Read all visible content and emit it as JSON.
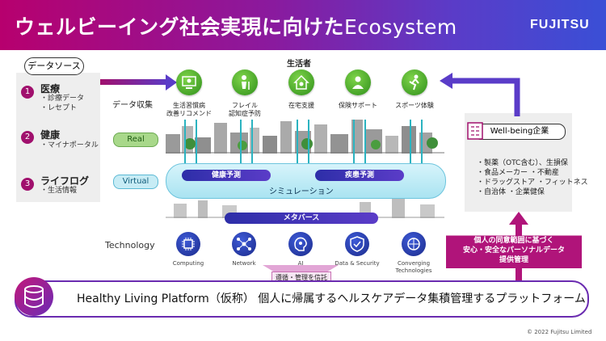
{
  "header": {
    "title_jp": "ウェルビーイング社会実現に向けた",
    "title_en": "Ecosystem",
    "logo": "FUJITSU"
  },
  "data_source": {
    "label": "データソース",
    "items": [
      {
        "num": "1",
        "title": "医療",
        "subs": [
          "・診療データ",
          "・レセプト"
        ]
      },
      {
        "num": "2",
        "title": "健康",
        "subs": [
          "・マイナポータル"
        ]
      },
      {
        "num": "3",
        "title": "ライフログ",
        "subs": [
          "・生活情報"
        ]
      }
    ]
  },
  "collect_label": "データ収集",
  "consumer_label": "生活者",
  "personas": [
    {
      "lines": [
        "生活習慣病",
        "改善リコメンド"
      ],
      "icon": "doctor-screen-icon"
    },
    {
      "lines": [
        "フレイル",
        "認知症予防"
      ],
      "icon": "elderly-icon"
    },
    {
      "lines": [
        "在宅支援"
      ],
      "icon": "home-care-icon"
    },
    {
      "lines": [
        "保険サポート"
      ],
      "icon": "insurance-icon"
    },
    {
      "lines": [
        "スポーツ体験"
      ],
      "icon": "sports-icon"
    }
  ],
  "real_label": "Real",
  "virtual_label": "Virtual",
  "health_pred": "健康予測",
  "disease_pred": "疾患予測",
  "simulation": "シミュレーション",
  "metaverse": "メタバース",
  "technology_label": "Technology",
  "technologies": [
    {
      "label": [
        "Computing"
      ],
      "icon": "chip-icon"
    },
    {
      "label": [
        "Network"
      ],
      "icon": "network-icon"
    },
    {
      "label": [
        "AI"
      ],
      "icon": "ai-brain-icon"
    },
    {
      "label": [
        "Data & Security"
      ],
      "icon": "shield-icon"
    },
    {
      "label": [
        "Converging",
        "Technologies"
      ],
      "icon": "converging-icon"
    }
  ],
  "wellbeing": {
    "title": "Well-being企業",
    "items": [
      "・製薬（OTC含む）、生損保",
      "・食品メーカー ・不動産",
      "・ドラッグストア ・フィットネス",
      "・自治体 ・企業健保"
    ]
  },
  "consent": {
    "lines": [
      "個人の同意範囲に基づく",
      "安心・安全なパーソナルデータ",
      "提供管理"
    ]
  },
  "governance": "遵循・管理を信託",
  "platform": "Healthy Living Platform（仮称） 個人に帰属するヘルスケアデータ集積管理するプラットフォーム",
  "copyright": "© 2022 Fujitsu Limited",
  "colors": {
    "magenta": "#a0106d",
    "purple": "#6a2bb0",
    "green": "#3aa52a",
    "blue": "#2d2ea8",
    "teal": "#2bb3c0"
  }
}
